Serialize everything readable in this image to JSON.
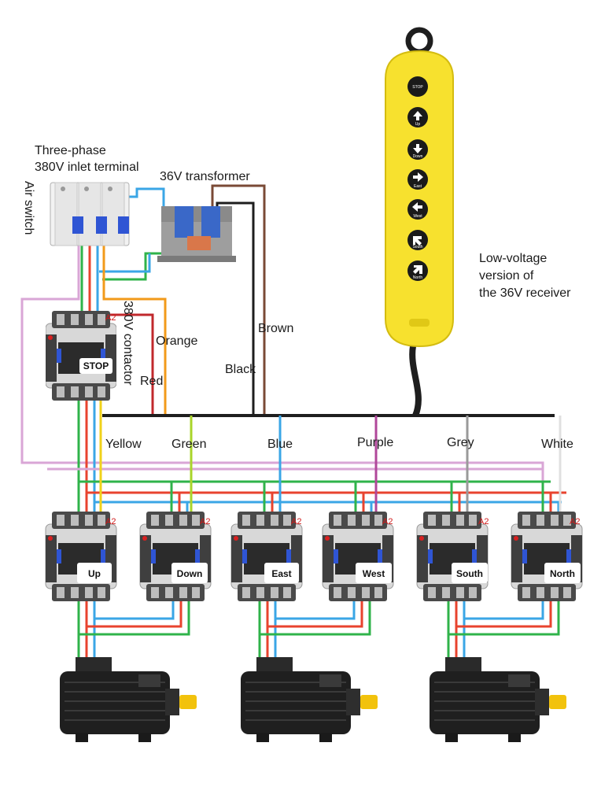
{
  "labels": {
    "inlet_line1": "Three-phase",
    "inlet_line2": "380V inlet terminal",
    "air_switch": "Air switch",
    "transformer": "36V transformer",
    "receiver_line1": "Low-voltage",
    "receiver_line2": "version of",
    "receiver_line3": "the 36V receiver",
    "contactor_380v": "380V contactor",
    "a2": "A2"
  },
  "wires": {
    "orange": "Orange",
    "red": "Red",
    "black": "Black",
    "brown": "Brown",
    "yellow": "Yellow",
    "green": "Green",
    "blue": "Blue",
    "purple": "Purple",
    "grey": "Grey",
    "white": "White"
  },
  "contactors": {
    "stop": "STOP",
    "up": "Up",
    "down": "Down",
    "east": "East",
    "west": "West",
    "south": "South",
    "north": "North"
  },
  "pendant_buttons": {
    "stop": "STOP",
    "up": "Up",
    "down": "Down",
    "east": "East",
    "west": "West",
    "south": "South",
    "north": "North"
  },
  "colors": {
    "wire_green": "#2fb34a",
    "wire_red": "#e8432e",
    "wire_blue": "#3aa6e6",
    "wire_pink": "#d9a6d6",
    "wire_orange": "#f29a1a",
    "wire_darkred": "#c0282c",
    "wire_brown": "#7a4a36",
    "wire_black": "#1e1e1e",
    "wire_yellow": "#f0d21a",
    "wire_lime": "#a9d42a",
    "wire_purple": "#b0479a",
    "wire_grey": "#9a9a9a",
    "pendant_yellow": "#f7e12e"
  }
}
